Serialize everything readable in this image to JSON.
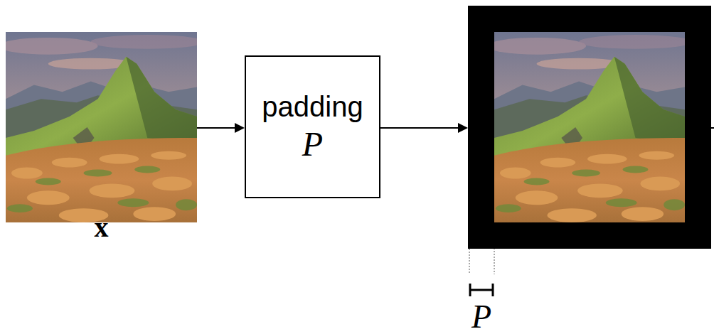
{
  "diagram": {
    "nodes": [
      {
        "text": [
          "x"
        ]
      },
      {
        "text": [
          "padding",
          "P"
        ]
      },
      {
        "text": [
          "P"
        ]
      }
    ],
    "edges": [
      {
        "from": 0,
        "to": 1,
        "arrow": "to"
      },
      {
        "from": 1,
        "to": 2,
        "arrow": "to"
      }
    ]
  }
}
